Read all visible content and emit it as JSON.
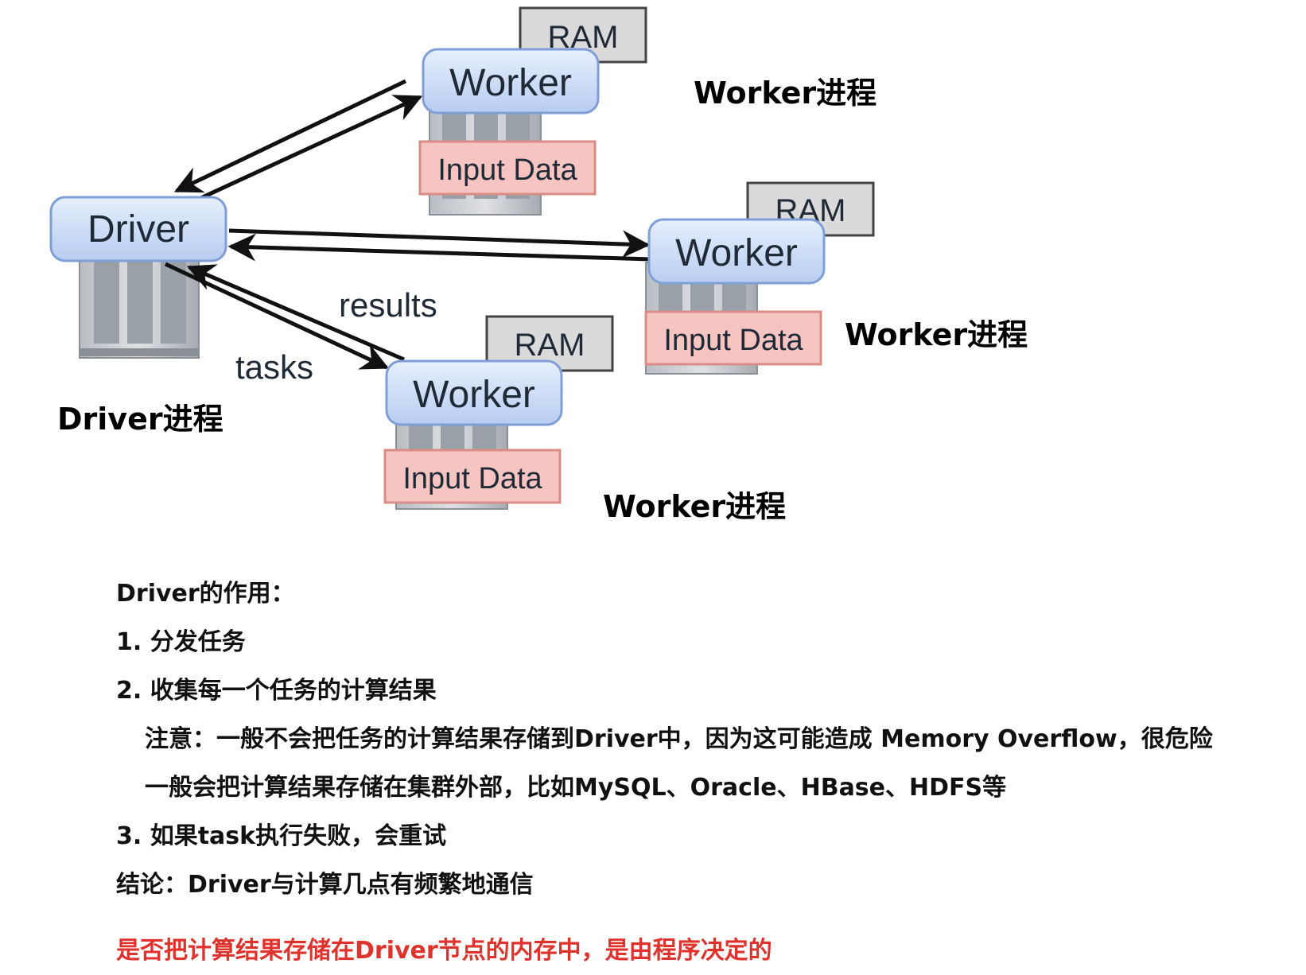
{
  "diagram": {
    "driver": {
      "label": "Driver",
      "process_label": "Driver进程"
    },
    "workers": [
      {
        "label": "Worker",
        "ram": "RAM",
        "input": "Input Data",
        "process_label": "Worker进程"
      },
      {
        "label": "Worker",
        "ram": "RAM",
        "input": "Input Data",
        "process_label": "Worker进程"
      },
      {
        "label": "Worker",
        "ram": "RAM",
        "input": "Input Data",
        "process_label": "Worker进程"
      }
    ],
    "edge_labels": {
      "results": "results",
      "tasks": "tasks"
    }
  },
  "notes": {
    "heading": "Driver的作用：",
    "item1": "1. 分发任务",
    "item2": "2. 收集每一个任务的计算结果",
    "note1": "注意：一般不会把任务的计算结果存储到Driver中，因为这可能造成 Memory Overflow，很危险",
    "note2": "一般会把计算结果存储在集群外部，比如MySQL、Oracle、HBase、HDFS等",
    "item3": "3. 如果task执行失败，会重试",
    "conclusion": "结论：Driver与计算几点有频繁地通信",
    "highlight": "是否把计算结果存储在Driver节点的内存中，是由程序决定的"
  },
  "colors": {
    "node_fill": "#cfe0f8",
    "node_stroke": "#7f9fd6",
    "ram_fill": "#dadada",
    "input_fill": "#f6c5c2",
    "input_stroke": "#d98d86",
    "highlight": "#e0322c"
  }
}
